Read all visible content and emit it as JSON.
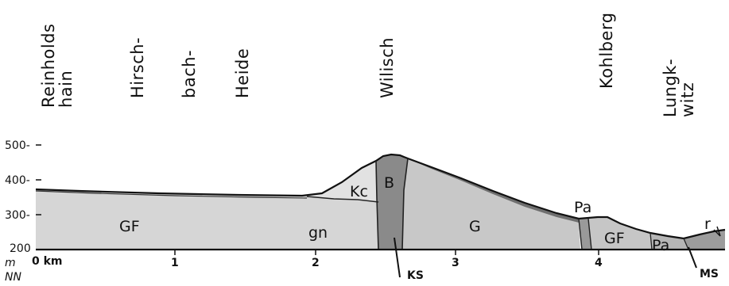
{
  "title_lines": [
    {
      "id": "reinholdshain",
      "lines": [
        "Reinholds",
        "hain"
      ]
    },
    {
      "id": "hirschbach",
      "lines": [
        "Hirsch-"
      ]
    },
    {
      "id": "bach",
      "lines": [
        "bach-"
      ]
    },
    {
      "id": "heide",
      "lines": [
        "Heide"
      ]
    },
    {
      "id": "wilisch",
      "lines": [
        "Wilisch"
      ]
    },
    {
      "id": "kohlberg",
      "lines": [
        "Kohlberg"
      ]
    },
    {
      "id": "lungkwitz",
      "lines": [
        "Lungk-",
        "witz"
      ]
    }
  ],
  "axis": {
    "y_ticks": [
      "500-",
      "400-",
      "300-",
      "200"
    ],
    "y_unit_lines": [
      "m",
      "NN"
    ],
    "x_ticks": [
      "0 km",
      "1",
      "2",
      "3",
      "4"
    ]
  },
  "units": {
    "GF_left": "GF",
    "gn": "gn",
    "Kc": "Kc",
    "B": "B",
    "G": "G",
    "Pa_upper": "Pa",
    "GF_right": "GF",
    "Pa_lower": "Pa",
    "r": "r",
    "KS": "KS",
    "MS": "MS"
  },
  "colors": {
    "light_gray": "#d3d3d3",
    "mid_gray": "#bdbdbd",
    "dark_gray": "#7a7a7a",
    "ink": "#111111"
  }
}
